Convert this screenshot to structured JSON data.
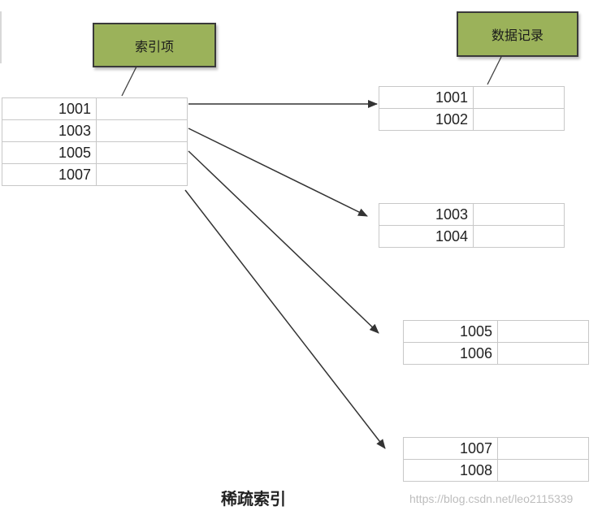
{
  "labels": {
    "index_label": "索引项",
    "data_label": "数据记录",
    "caption": "稀疏索引",
    "watermark": "https://blog.csdn.net/leo2115339"
  },
  "colors": {
    "label_fill": "#9bb25a",
    "arrow": "#333333",
    "grid": "#c8c8c8"
  },
  "index_table": [
    "1001",
    "1003",
    "1005",
    "1007"
  ],
  "data_blocks": [
    [
      "1001",
      "1002"
    ],
    [
      "1003",
      "1004"
    ],
    [
      "1005",
      "1006"
    ],
    [
      "1007",
      "1008"
    ]
  ]
}
